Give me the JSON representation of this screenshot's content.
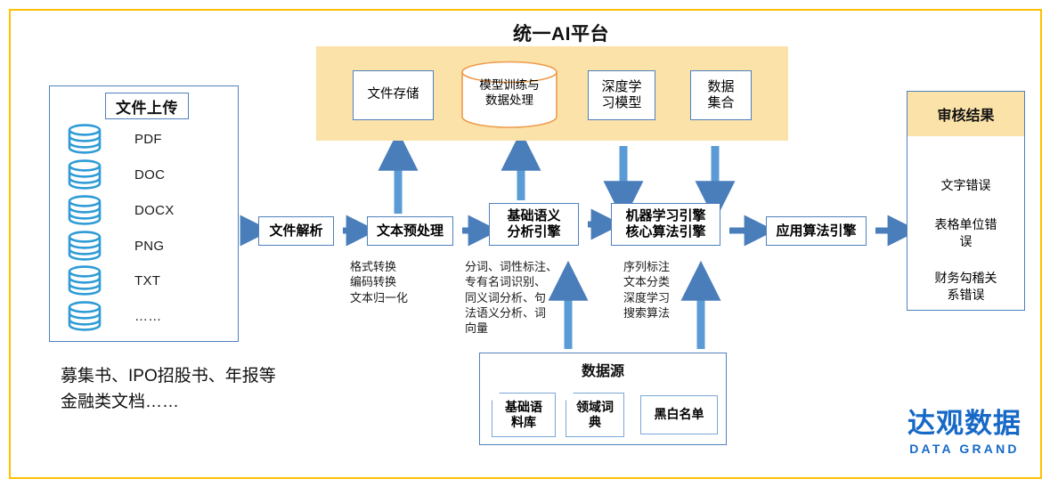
{
  "page": {
    "border_color": "#ffc000",
    "accent_blue": "#4f81bd",
    "band_yellow": "#fbe2a8",
    "icon_blue": "#2e9bd6",
    "logo_blue": "#1669c7"
  },
  "upload": {
    "title": "文件上传",
    "formats": [
      {
        "label": "PDF",
        "icon": "database-cylinder-icon"
      },
      {
        "label": "DOC",
        "icon": "database-cylinder-icon"
      },
      {
        "label": "DOCX",
        "icon": "database-cylinder-icon"
      },
      {
        "label": "PNG",
        "icon": "database-cylinder-icon"
      },
      {
        "label": "TXT",
        "icon": "database-cylinder-icon"
      },
      {
        "label": "……",
        "icon": "database-cylinder-icon"
      }
    ],
    "caption": "募集书、IPO招股书、年报等\n金融类文档……"
  },
  "ai_platform": {
    "title": "统一AI平台",
    "stages": [
      {
        "label": "文件存储",
        "shape": "rect"
      },
      {
        "label": "模型训练与\n数据处理",
        "shape": "cylinder"
      },
      {
        "label": "深度学\n习模型",
        "shape": "rect"
      },
      {
        "label": "数据\n集合",
        "shape": "rect"
      }
    ]
  },
  "pipeline": {
    "steps": [
      {
        "label": "文件解析",
        "caption": ""
      },
      {
        "label": "文本预处理",
        "caption": "格式转换\n编码转换\n文本归一化"
      },
      {
        "label": "基础语义\n分析引擎",
        "caption": "分词、词性标注、\n专有名词识别、\n同义词分析、句\n法语义分析、词\n向量"
      },
      {
        "label": "机器学习引擎\n核心算法引擎",
        "caption": "序列标注\n文本分类\n深度学习\n搜索算法"
      },
      {
        "label": "应用算法引擎",
        "caption": ""
      }
    ]
  },
  "data_source": {
    "title": "数据源",
    "items": [
      {
        "label": "基础语\n料库",
        "folded": true
      },
      {
        "label": "领域词\n典",
        "folded": true
      },
      {
        "label": "黑白名单",
        "folded": false
      }
    ]
  },
  "audit": {
    "title": "审核结果",
    "items": [
      "文字错误",
      "表格单位错\n误",
      "财务勾稽关\n系错误"
    ]
  },
  "logo": {
    "cn": "达观数据",
    "en": "DATA GRAND"
  }
}
